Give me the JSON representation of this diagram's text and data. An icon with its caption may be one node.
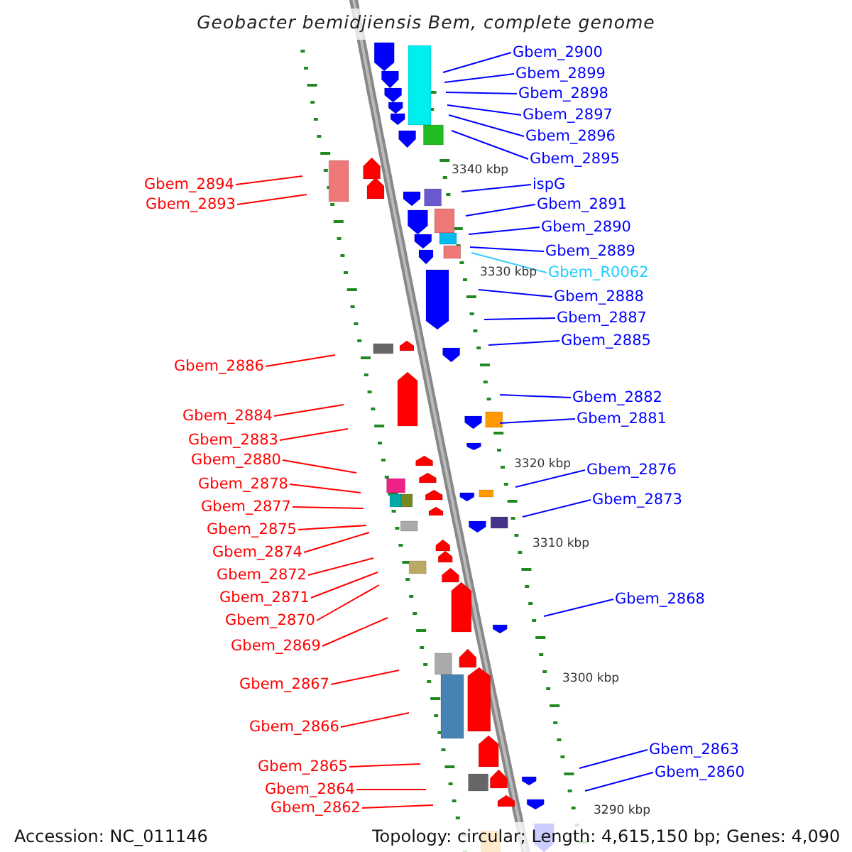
{
  "diagram": {
    "title": "Geobacter bemidjiensis Bem, complete genome",
    "nodes": [
      {
        "text": [
          "Gbem_2900"
        ]
      },
      {
        "text": [
          "Gbem_2899"
        ]
      },
      {
        "text": [
          "Gbem_2898"
        ]
      },
      {
        "text": [
          "Gbem_2897"
        ]
      },
      {
        "text": [
          "Gbem_2896"
        ]
      },
      {
        "text": [
          "Gbem_2895"
        ]
      },
      {
        "text": [
          "Gbem_2894"
        ]
      },
      {
        "text": [
          "ispG"
        ]
      },
      {
        "text": [
          "Gbem_2893"
        ]
      },
      {
        "text": [
          "Gbem_2891"
        ]
      },
      {
        "text": [
          "Gbem_2890"
        ]
      },
      {
        "text": [
          "Gbem_2889"
        ]
      },
      {
        "text": [
          "Gbem_R0062"
        ]
      },
      {
        "text": [
          "Gbem_2888"
        ]
      },
      {
        "text": [
          "Gbem_2887"
        ]
      },
      {
        "text": [
          "Gbem_2885"
        ]
      },
      {
        "text": [
          "Gbem_2886"
        ]
      },
      {
        "text": [
          "Gbem_2882"
        ]
      },
      {
        "text": [
          "Gbem_2884"
        ]
      },
      {
        "text": [
          "Gbem_2881"
        ]
      },
      {
        "text": [
          "Gbem_2883"
        ]
      },
      {
        "text": [
          "Gbem_2880"
        ]
      },
      {
        "text": [
          "Gbem_2876"
        ]
      },
      {
        "text": [
          "Gbem_2878"
        ]
      },
      {
        "text": [
          "Gbem_2873"
        ]
      },
      {
        "text": [
          "Gbem_2877"
        ]
      },
      {
        "text": [
          "Gbem_2875"
        ]
      },
      {
        "text": [
          "Gbem_2874"
        ]
      },
      {
        "text": [
          "Gbem_2872"
        ]
      },
      {
        "text": [
          "Gbem_2868"
        ]
      },
      {
        "text": [
          "Gbem_2871"
        ]
      },
      {
        "text": [
          "Gbem_2870"
        ]
      },
      {
        "text": [
          "Gbem_2869"
        ]
      },
      {
        "text": [
          "Gbem_2867"
        ]
      },
      {
        "text": [
          "Gbem_2866"
        ]
      },
      {
        "text": [
          "Gbem_2863"
        ]
      },
      {
        "text": [
          "Gbem_2865"
        ]
      },
      {
        "text": [
          "Gbem_2860"
        ]
      },
      {
        "text": [
          "Gbem_2864"
        ]
      },
      {
        "text": [
          "Gbem_2862"
        ]
      }
    ],
    "edges": [
      {
        "from": 0,
        "to": null,
        "arrow": "none"
      },
      {
        "from": 1,
        "to": null,
        "arrow": "none"
      },
      {
        "from": 2,
        "to": null,
        "arrow": "none"
      },
      {
        "from": 3,
        "to": null,
        "arrow": "none"
      },
      {
        "from": 4,
        "to": null,
        "arrow": "none"
      },
      {
        "from": 5,
        "to": null,
        "arrow": "none"
      },
      {
        "from": 6,
        "to": null,
        "arrow": "none",
        "color": "#ff0000"
      },
      {
        "from": 7,
        "to": null,
        "arrow": "none"
      },
      {
        "from": 8,
        "to": null,
        "arrow": "none",
        "color": "#ff0000"
      },
      {
        "from": 9,
        "to": null,
        "arrow": "none"
      },
      {
        "from": 10,
        "to": null,
        "arrow": "none"
      },
      {
        "from": 11,
        "to": null,
        "arrow": "none"
      },
      {
        "from": 12,
        "to": null,
        "arrow": "none",
        "color": "#33ccff"
      },
      {
        "from": 13,
        "to": null,
        "arrow": "none"
      },
      {
        "from": 14,
        "to": null,
        "arrow": "none"
      },
      {
        "from": 15,
        "to": null,
        "arrow": "none"
      },
      {
        "from": 16,
        "to": null,
        "arrow": "none",
        "color": "#ff0000"
      },
      {
        "from": 17,
        "to": null,
        "arrow": "none"
      },
      {
        "from": 18,
        "to": null,
        "arrow": "none",
        "color": "#ff0000"
      },
      {
        "from": 19,
        "to": null,
        "arrow": "none"
      },
      {
        "from": 20,
        "to": null,
        "arrow": "none",
        "color": "#ff0000"
      },
      {
        "from": 21,
        "to": null,
        "arrow": "none",
        "color": "#ff0000"
      },
      {
        "from": 22,
        "to": null,
        "arrow": "none"
      },
      {
        "from": 23,
        "to": null,
        "arrow": "none",
        "color": "#ff0000"
      },
      {
        "from": 24,
        "to": null,
        "arrow": "none"
      },
      {
        "from": 25,
        "to": null,
        "arrow": "none",
        "color": "#ff0000"
      },
      {
        "from": 26,
        "to": null,
        "arrow": "none",
        "color": "#ff0000"
      },
      {
        "from": 27,
        "to": null,
        "arrow": "none",
        "color": "#ff0000"
      },
      {
        "from": 28,
        "to": null,
        "arrow": "none",
        "color": "#ff0000"
      },
      {
        "from": 29,
        "to": null,
        "arrow": "none"
      },
      {
        "from": 30,
        "to": null,
        "arrow": "none",
        "color": "#ff0000"
      },
      {
        "from": 31,
        "to": null,
        "arrow": "none",
        "color": "#ff0000"
      },
      {
        "from": 32,
        "to": null,
        "arrow": "none",
        "color": "#ff0000"
      },
      {
        "from": 33,
        "to": null,
        "arrow": "none",
        "color": "#ff0000"
      },
      {
        "from": 34,
        "to": null,
        "arrow": "none",
        "color": "#ff0000"
      },
      {
        "from": 35,
        "to": null,
        "arrow": "none"
      },
      {
        "from": 36,
        "to": null,
        "arrow": "none",
        "color": "#ff0000"
      },
      {
        "from": 37,
        "to": null,
        "arrow": "none"
      },
      {
        "from": 38,
        "to": null,
        "arrow": "none",
        "color": "#ff0000"
      },
      {
        "from": 39,
        "to": null,
        "arrow": "none",
        "color": "#ff0000"
      }
    ],
    "labels": [
      "3340 kbp",
      "3330 kbp",
      "3320 kbp",
      "3310 kbp",
      "3300 kbp",
      "3290 kbp",
      "Accession: NC_011146",
      "Topology: circular; Length: 4,615,150 bp; Genes: 4,090"
    ]
  }
}
